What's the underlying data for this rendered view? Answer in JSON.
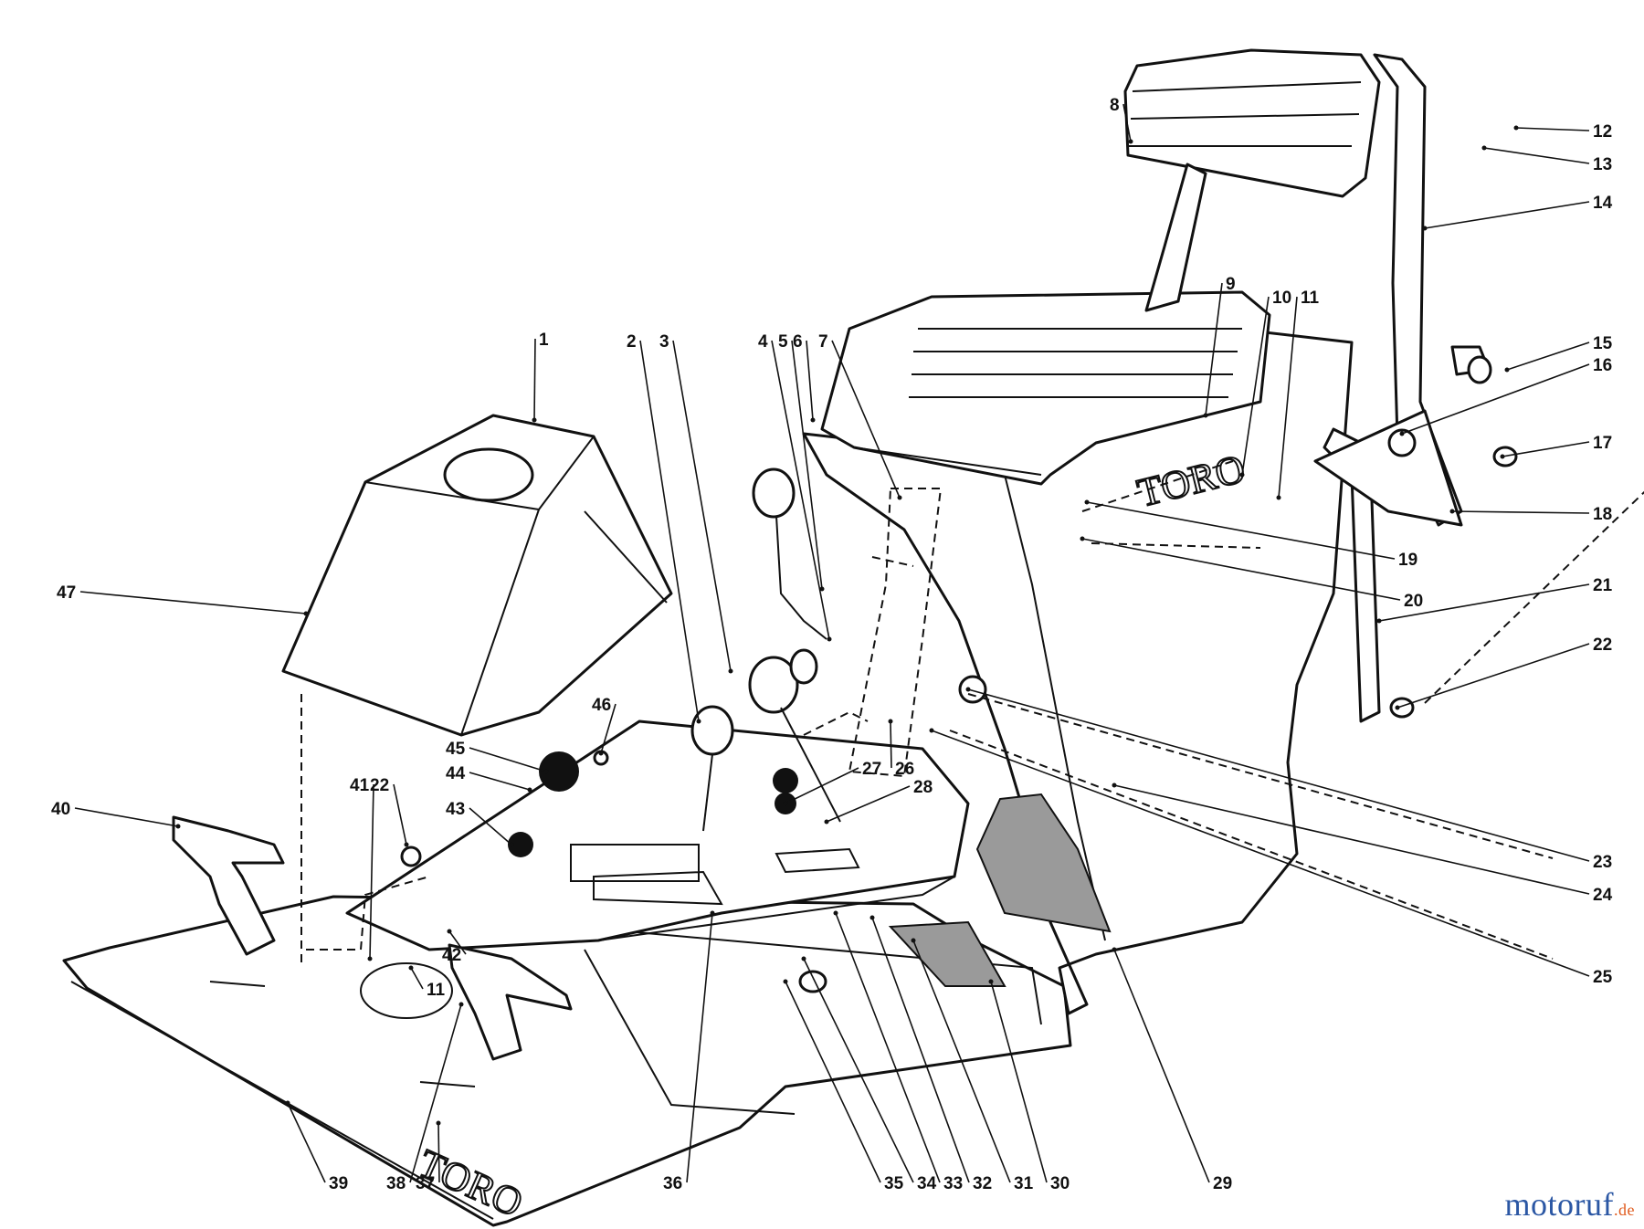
{
  "brand_marks": [
    "TORO",
    "TORO"
  ],
  "watermark": {
    "name": "motoruf",
    "tld": ".de"
  },
  "callouts": [
    {
      "id": "c1",
      "label": "1"
    },
    {
      "id": "c2",
      "label": "2"
    },
    {
      "id": "c3",
      "label": "3"
    },
    {
      "id": "c4",
      "label": "4"
    },
    {
      "id": "c5",
      "label": "5"
    },
    {
      "id": "c6",
      "label": "6"
    },
    {
      "id": "c7",
      "label": "7"
    },
    {
      "id": "c8",
      "label": "8"
    },
    {
      "id": "c9",
      "label": "9"
    },
    {
      "id": "c10",
      "label": "10"
    },
    {
      "id": "c11",
      "label": "11"
    },
    {
      "id": "c12",
      "label": "12"
    },
    {
      "id": "c13",
      "label": "13"
    },
    {
      "id": "c14",
      "label": "14"
    },
    {
      "id": "c15",
      "label": "15"
    },
    {
      "id": "c16",
      "label": "16"
    },
    {
      "id": "c17",
      "label": "17"
    },
    {
      "id": "c18",
      "label": "18"
    },
    {
      "id": "c19",
      "label": "19"
    },
    {
      "id": "c20",
      "label": "20"
    },
    {
      "id": "c21",
      "label": "21"
    },
    {
      "id": "c22a",
      "label": "22"
    },
    {
      "id": "c23",
      "label": "23"
    },
    {
      "id": "c24",
      "label": "24"
    },
    {
      "id": "c25",
      "label": "25"
    },
    {
      "id": "c26",
      "label": "26"
    },
    {
      "id": "c27",
      "label": "27"
    },
    {
      "id": "c28",
      "label": "28"
    },
    {
      "id": "c29",
      "label": "29"
    },
    {
      "id": "c30",
      "label": "30"
    },
    {
      "id": "c31",
      "label": "31"
    },
    {
      "id": "c32",
      "label": "32"
    },
    {
      "id": "c33",
      "label": "33"
    },
    {
      "id": "c34",
      "label": "34"
    },
    {
      "id": "c35",
      "label": "35"
    },
    {
      "id": "c36",
      "label": "36"
    },
    {
      "id": "c37",
      "label": "37"
    },
    {
      "id": "c38",
      "label": "38"
    },
    {
      "id": "c39",
      "label": "39"
    },
    {
      "id": "c40",
      "label": "40"
    },
    {
      "id": "c41",
      "label": "41"
    },
    {
      "id": "c22b",
      "label": "22"
    },
    {
      "id": "c42",
      "label": "42"
    },
    {
      "id": "c11b",
      "label": "11"
    },
    {
      "id": "c43",
      "label": "43"
    },
    {
      "id": "c44",
      "label": "44"
    },
    {
      "id": "c45",
      "label": "45"
    },
    {
      "id": "c46",
      "label": "46"
    },
    {
      "id": "c47",
      "label": "47"
    }
  ]
}
